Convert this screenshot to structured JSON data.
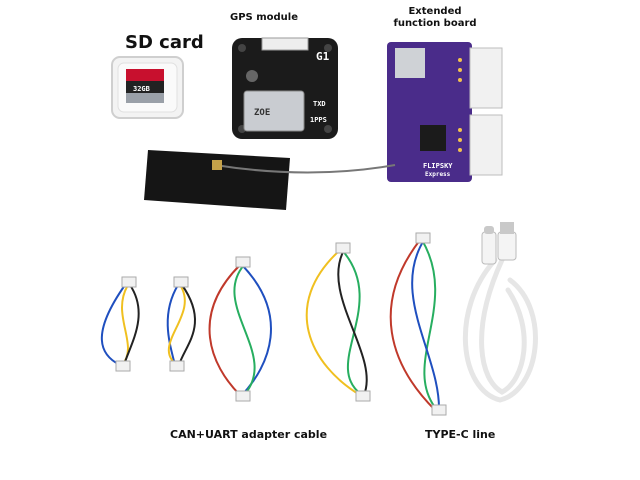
{
  "labels": {
    "sd_card": "SD card",
    "gps_module": "GPS module",
    "extended_board_line1": "Extended",
    "extended_board_line2": "function board",
    "can_uart_cable": "CAN+UART adapter cable",
    "typec_line": "TYPE-C line"
  },
  "product_markings": {
    "sd_capacity": "32GB",
    "gps_g1": "G1",
    "gps_txd": "TXD",
    "gps_1pps": "1PPS",
    "gps_chip": "ZOE",
    "board_brand": "FLIPSKY",
    "board_sub": "Express"
  },
  "colors": {
    "board_purple": "#4a2c8a",
    "gps_black": "#1b1b1b",
    "connector_white": "#f1f1f1"
  }
}
